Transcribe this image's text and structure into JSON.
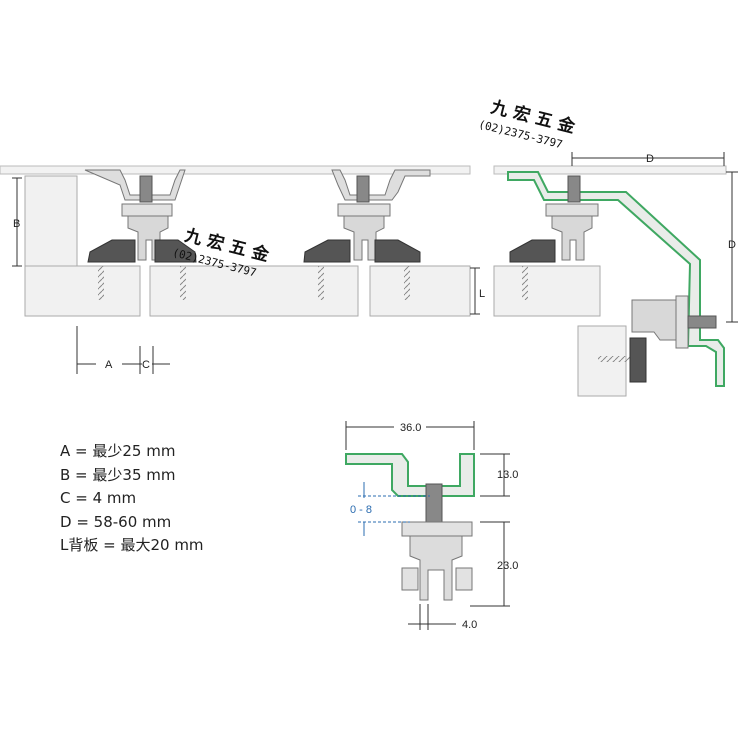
{
  "watermark": {
    "name": "九 宏 五 金",
    "phone": "(02)2375-3797"
  },
  "dimensions": {
    "top_row": {
      "A": "A",
      "B": "B",
      "C": "C",
      "D_horizontal": "D",
      "D_vertical": "D",
      "L": "L"
    },
    "detail": {
      "width": "36.0",
      "upper_height": "13.0",
      "adjust": "0 - 8",
      "lower_height": "23.0",
      "slot": "4.0"
    }
  },
  "legend": [
    "A = 最少25 mm",
    "B = 最少35 mm",
    "C = 4 mm",
    "D = 58-60 mm",
    "L背板 = 最大20 mm"
  ],
  "colors": {
    "profile_green": "#3fa862",
    "profile_fill": "#e9ece9",
    "aluminum": "#dcdcdc",
    "panel": "#f0f0f0",
    "rubber": "#555555",
    "accent_blue": "#2b6cb0"
  }
}
